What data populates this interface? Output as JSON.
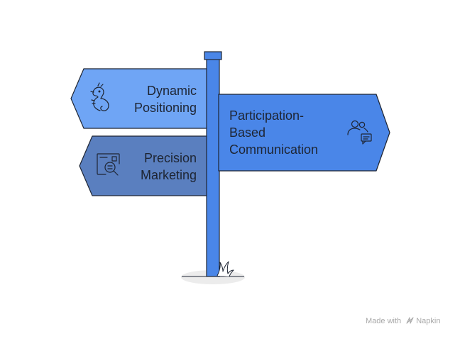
{
  "signpost": {
    "signs": [
      {
        "id": "dynamic-positioning",
        "lines": [
          "Dynamic",
          "Positioning"
        ],
        "icon": "seahorse-icon",
        "direction": "left",
        "color": "#6fa5f5"
      },
      {
        "id": "participation-based-communication",
        "lines": [
          "Participation-",
          "Based",
          "Communication"
        ],
        "icon": "users-chat-icon",
        "direction": "right",
        "color": "#4a86e8"
      },
      {
        "id": "precision-marketing",
        "lines": [
          "Precision",
          "Marketing"
        ],
        "icon": "magnifier-document-icon",
        "direction": "left",
        "color": "#5a7fbf"
      }
    ],
    "pole_color": "#4a86e8",
    "outline_color": "#1e2533"
  },
  "watermark": {
    "prefix": "Made with",
    "brand": "Napkin",
    "icon": "napkin-logo-icon"
  }
}
